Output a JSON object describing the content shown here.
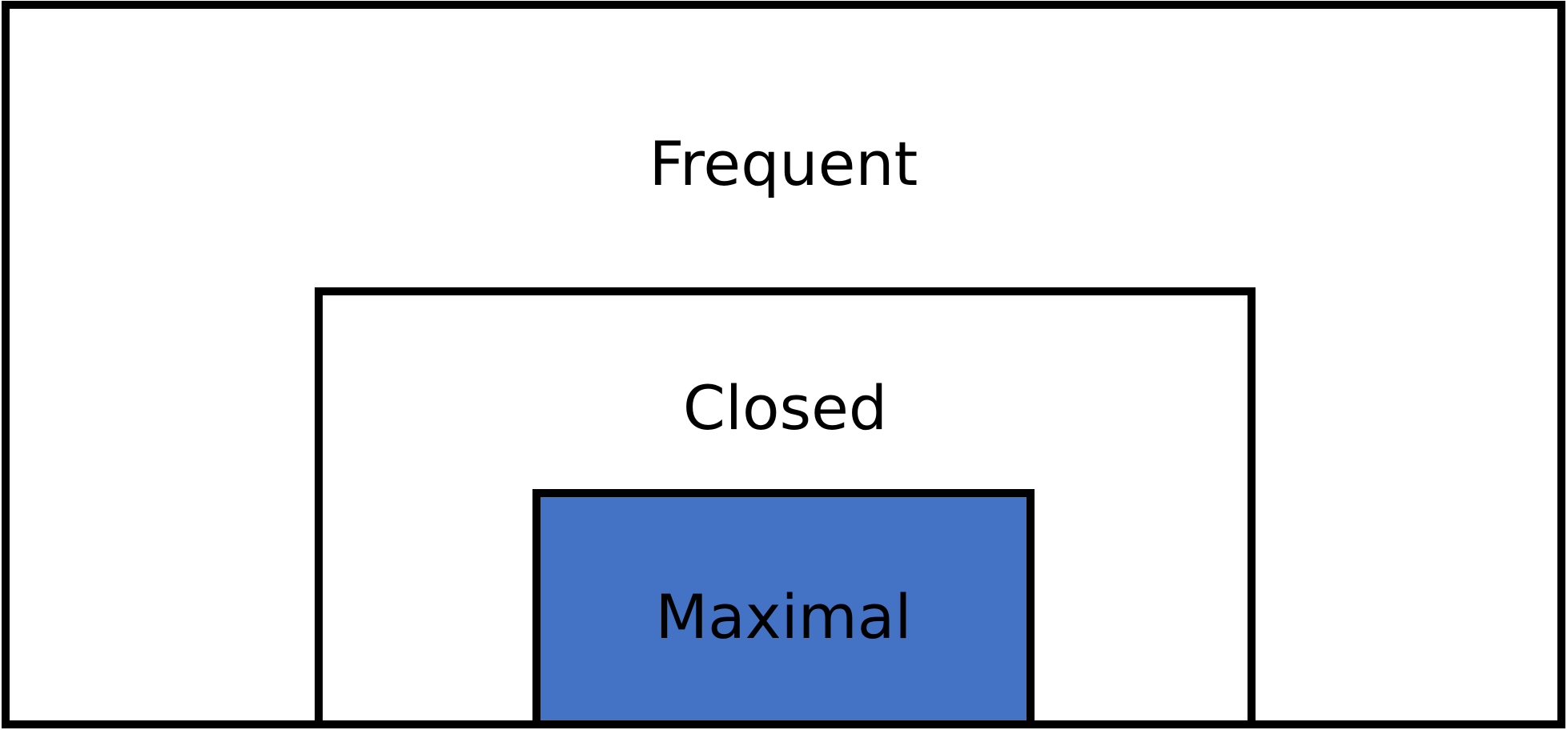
{
  "diagram": {
    "outer": {
      "label": "Frequent",
      "fill": "#ffffff"
    },
    "middle": {
      "label": "Closed",
      "fill": "#ffffff"
    },
    "inner": {
      "label": "Maximal",
      "fill": "#4472c4"
    },
    "stroke_color": "#000000"
  }
}
